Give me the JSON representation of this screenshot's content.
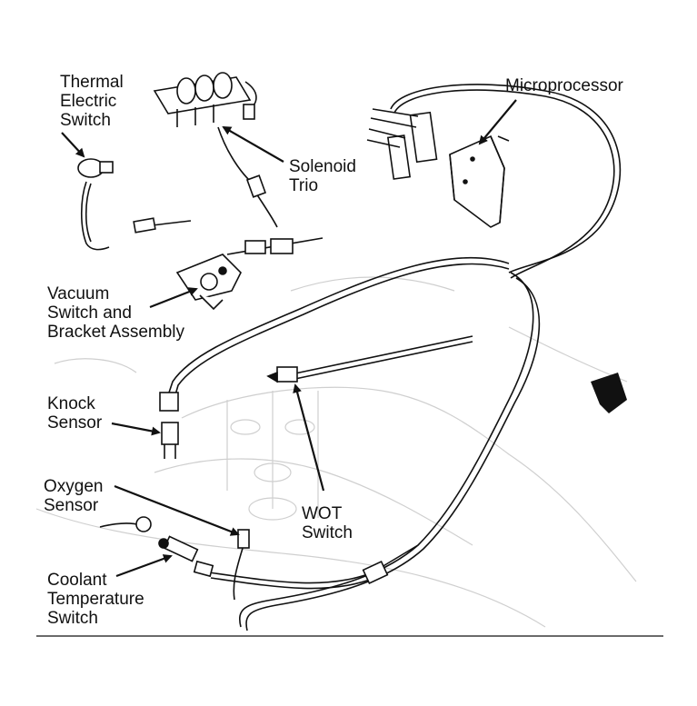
{
  "labels": {
    "thermal_electric_switch": [
      "Thermal",
      "Electric",
      "Switch"
    ],
    "solenoid_trio": [
      "Solenoid",
      "Trio"
    ],
    "microprocessor": [
      "Microprocessor"
    ],
    "vacuum_switch": [
      "Vacuum",
      "Switch and",
      "Bracket Assembly"
    ],
    "knock_sensor": [
      "Knock",
      "Sensor"
    ],
    "oxygen_sensor": [
      "Oxygen",
      "Sensor"
    ],
    "wot_switch": [
      "WOT",
      "Switch"
    ],
    "coolant_temperature_switch": [
      "Coolant",
      "Temperature",
      "Switch"
    ]
  },
  "colors": {
    "ink": "#111111",
    "paper": "#ffffff",
    "shade": "#dcdcdc"
  }
}
